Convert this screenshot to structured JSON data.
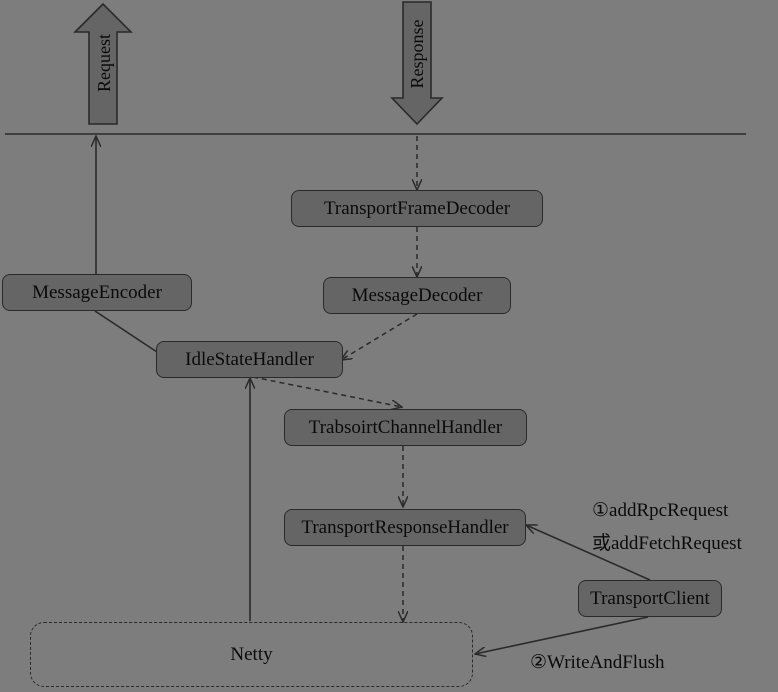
{
  "arrows": {
    "request": "Request",
    "response": "Response"
  },
  "nodes": {
    "transport_frame_decoder": "TransportFrameDecoder",
    "message_encoder": "MessageEncoder",
    "message_decoder": "MessageDecoder",
    "idle_state_handler": "IdleStateHandler",
    "transport_channel_handler": "TrabsoirtChannelHandler",
    "transport_response_handler": "TransportResponseHandler",
    "transport_client": "TransportClient",
    "netty": "Netty"
  },
  "annotations": {
    "step1_line1": "①addRpcRequest",
    "step1_line2": "或addFetchRequest",
    "step2": "②WriteAndFlush"
  }
}
